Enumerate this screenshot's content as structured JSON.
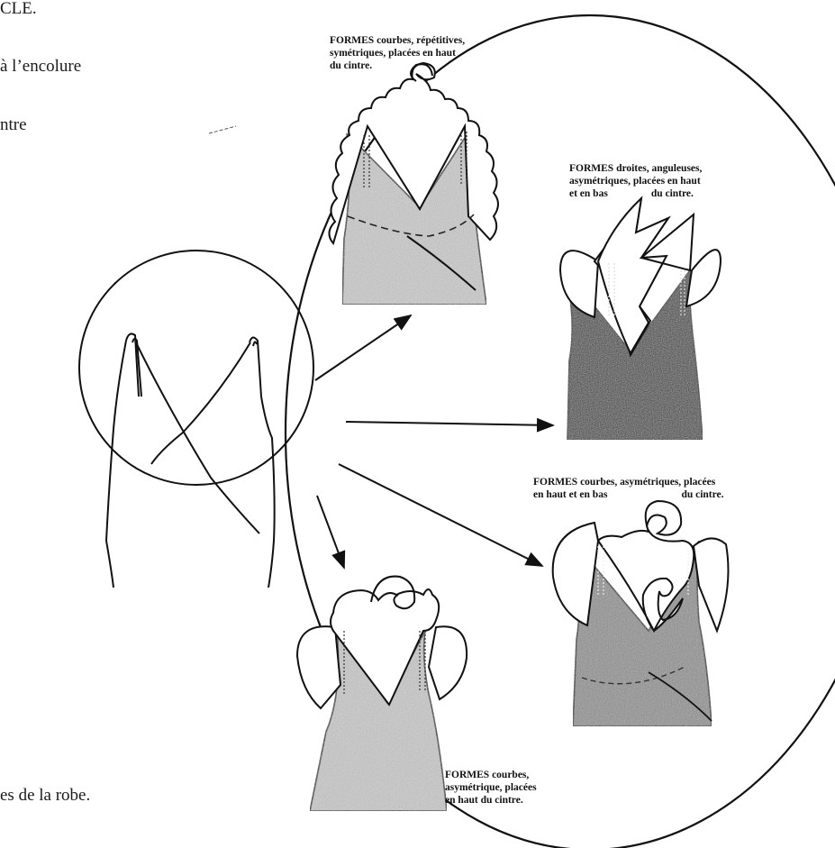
{
  "body_text": {
    "line1": "CLE.",
    "line2": "à l’encolure",
    "line3": "ntre",
    "line4": "es de la robe."
  },
  "captions": {
    "top": {
      "line1": "FORMES courbes, répétitives,",
      "line2": "symétriques, placées en haut",
      "line3": "du cintre."
    },
    "right_top": {
      "line1": "FORMES droites, anguleuses,",
      "line2": "asymétriques, placées en haut",
      "line3a": "et en bas",
      "line3b": "du cintre."
    },
    "right_bottom": {
      "line1": "FORMES courbes, asymétriques, placées",
      "line2a": "en haut et en bas",
      "line2b": "du cintre."
    },
    "bottom": {
      "line1": "FORMES courbes,",
      "line2": "asymétrique, placées",
      "line3": "en haut du cintre."
    }
  },
  "colors": {
    "ink": "#111111",
    "light_fill": "#c8c8c8",
    "medium_fill": "#9a9a9a",
    "dark_fill": "#3a3a3a"
  }
}
